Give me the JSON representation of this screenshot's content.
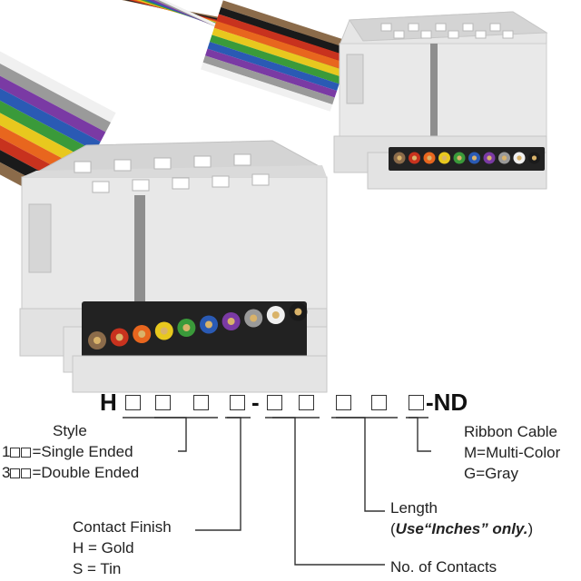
{
  "part_number": {
    "prefix": "H",
    "dash": "-",
    "suffix": "-ND"
  },
  "style": {
    "title": "Style",
    "single_digit": "1",
    "single_text": "=Single Ended",
    "double_digit": "3",
    "double_text": "=Double Ended"
  },
  "contact_finish": {
    "title": "Contact Finish",
    "gold": "H = Gold",
    "tin": "S = Tin"
  },
  "contacts": {
    "title": "No. of Contacts"
  },
  "length": {
    "title": "Length",
    "open_paren": "(",
    "note_bold": "Use“Inches” only.",
    "close_paren": ")"
  },
  "ribbon": {
    "title": "Ribbon Cable",
    "multi": "M=Multi-Color",
    "gray": "G=Gray"
  },
  "colors": {
    "cable": [
      "#8b6b4a",
      "#1a1a1a",
      "#c8321e",
      "#e8661e",
      "#e8c81e",
      "#3a9a3a",
      "#2a5ab4",
      "#7a3aa4",
      "#9a9a9a",
      "#f0f0f0"
    ],
    "connector_face": "#e4e4e4",
    "connector_top": "#d2d2d2",
    "connector_shadow": "#c4c4c4",
    "slot": "#8e8e8e"
  }
}
